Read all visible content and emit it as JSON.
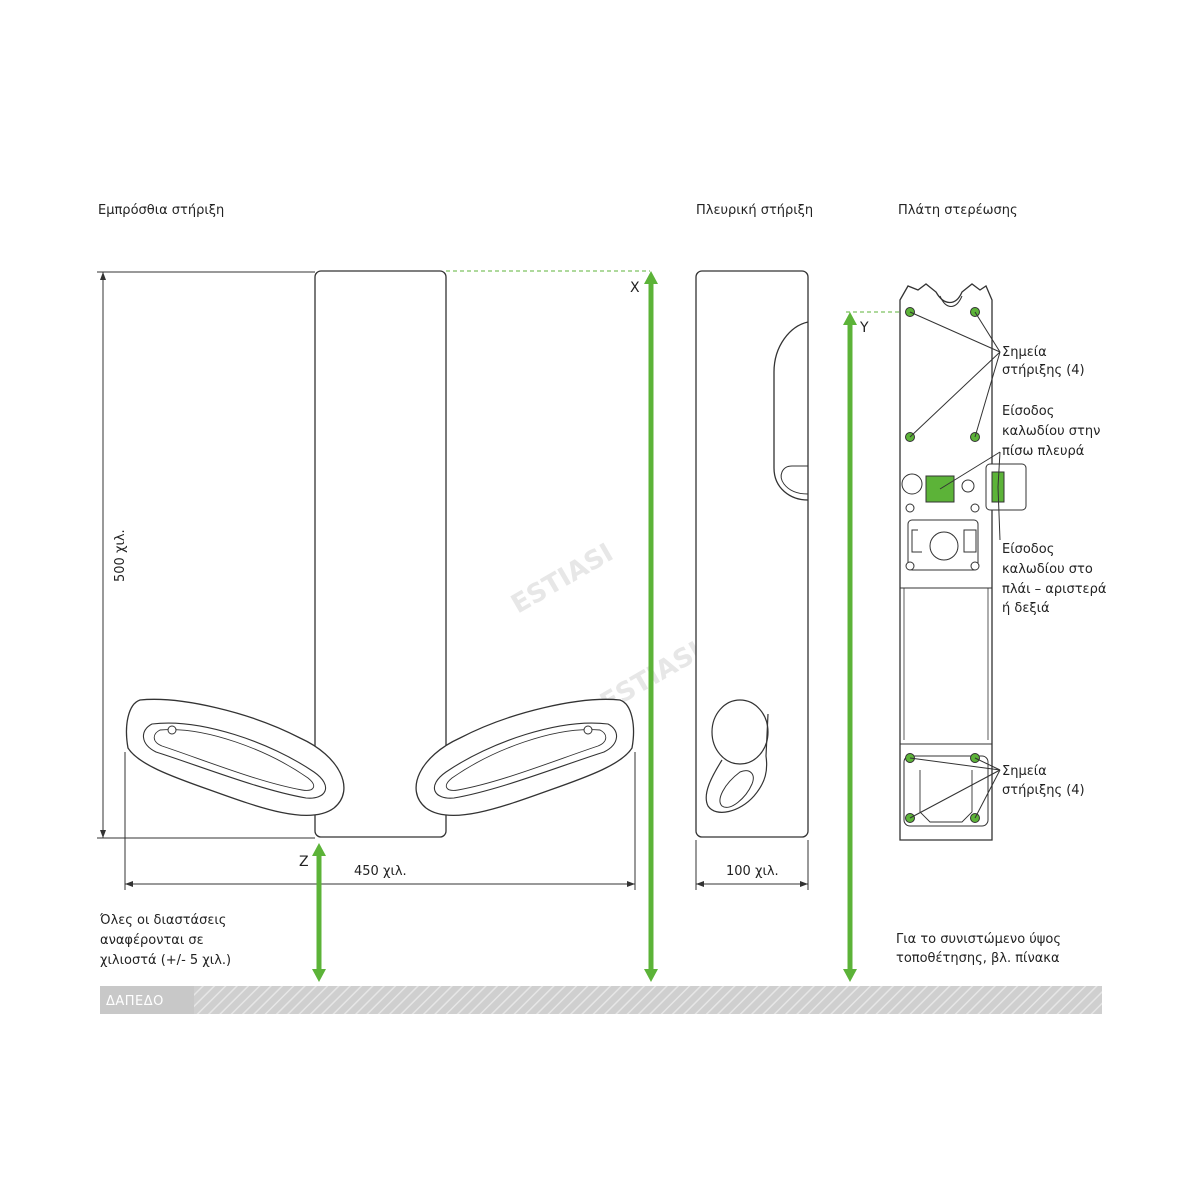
{
  "views": {
    "front": {
      "title": "Εμπρόσθια στήριξη"
    },
    "side": {
      "title": "Πλευρική στήριξη"
    },
    "plate": {
      "title": "Πλάτη στερέωσης"
    }
  },
  "dimensions": {
    "height": "500 χιλ.",
    "width": "450 χιλ.",
    "depth": "100 χιλ."
  },
  "axes": {
    "x": "X",
    "y": "Y",
    "z": "Z"
  },
  "callouts": {
    "mount_top": [
      "Σημεία",
      "στήριξης (4)"
    ],
    "cable_back": [
      "Είσοδος",
      "καλωδίου στην",
      "πίσω πλευρά"
    ],
    "cable_side": [
      "Είσοδος",
      "καλωδίου στο",
      "πλάι – αριστερά",
      "ή δεξιά"
    ],
    "mount_bottom": [
      "Σημεία",
      "στήριξης (4)"
    ]
  },
  "notes": {
    "dimensions_note": [
      "Όλες οι διαστάσεις",
      "αναφέρονται σε",
      "χιλιοστά (+/- 5 χιλ.)"
    ],
    "height_note": [
      "Για το συνιστώμενο ύψος",
      "τοποθέτησης, βλ. πίνακα"
    ]
  },
  "floor": {
    "label": "ΔΑΠΕΔΟ"
  },
  "watermark": "ESTIASI",
  "colors": {
    "accent": "#5cb338",
    "line": "#333333",
    "floor": "#cccccc"
  }
}
